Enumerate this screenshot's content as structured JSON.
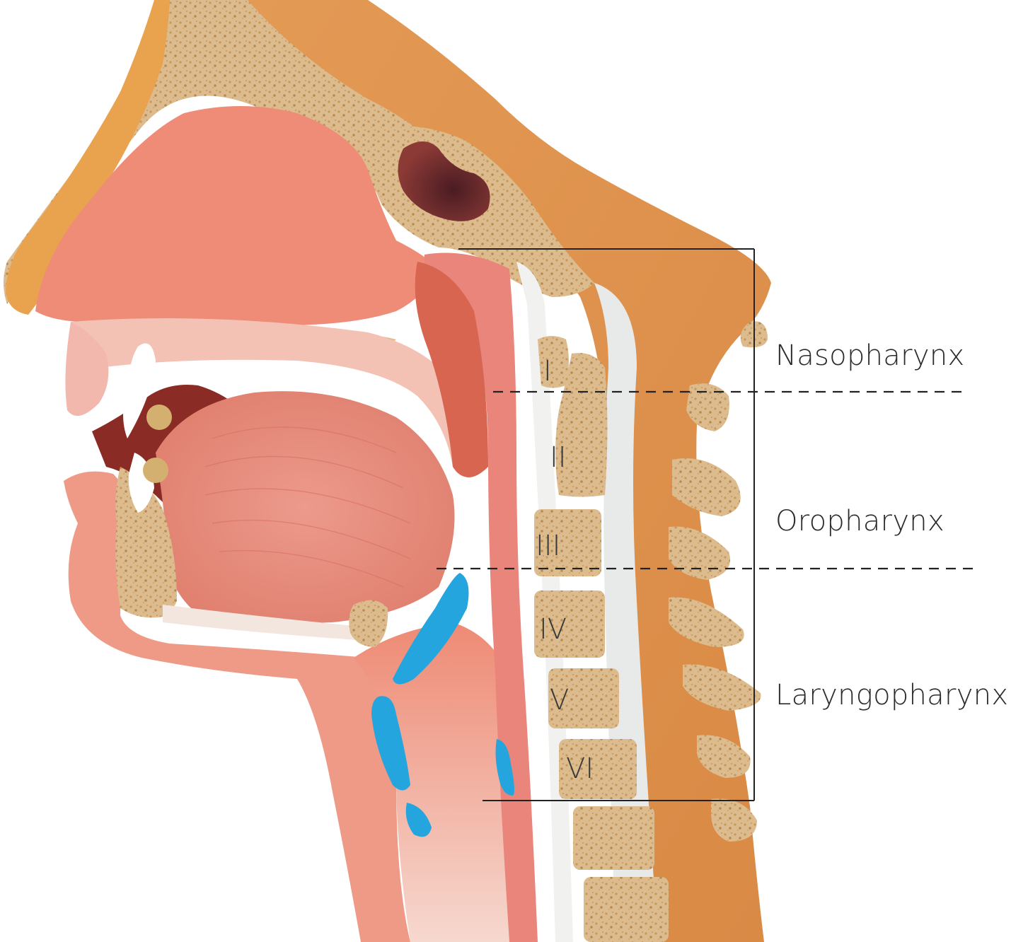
{
  "regions": [
    {
      "name": "Nasopharynx"
    },
    {
      "name": "Oropharynx"
    },
    {
      "name": "Laryngopharynx"
    }
  ],
  "vertebrae": [
    "I",
    "II",
    "III",
    "IV",
    "V",
    "VI"
  ],
  "colors": {
    "background": "#ffffff",
    "skin": "#e6a36a",
    "bone": "#dcb98a",
    "bone_speckle": "#c99a5c",
    "soft_tissue": "#ef8f7d",
    "mucosa_pink": "#f4c6bd",
    "dark_lumen": "#7a2a2a",
    "cartilage_blue": "#23a3de",
    "disc_gray": "#e3e6e4",
    "outline": "#222222"
  }
}
